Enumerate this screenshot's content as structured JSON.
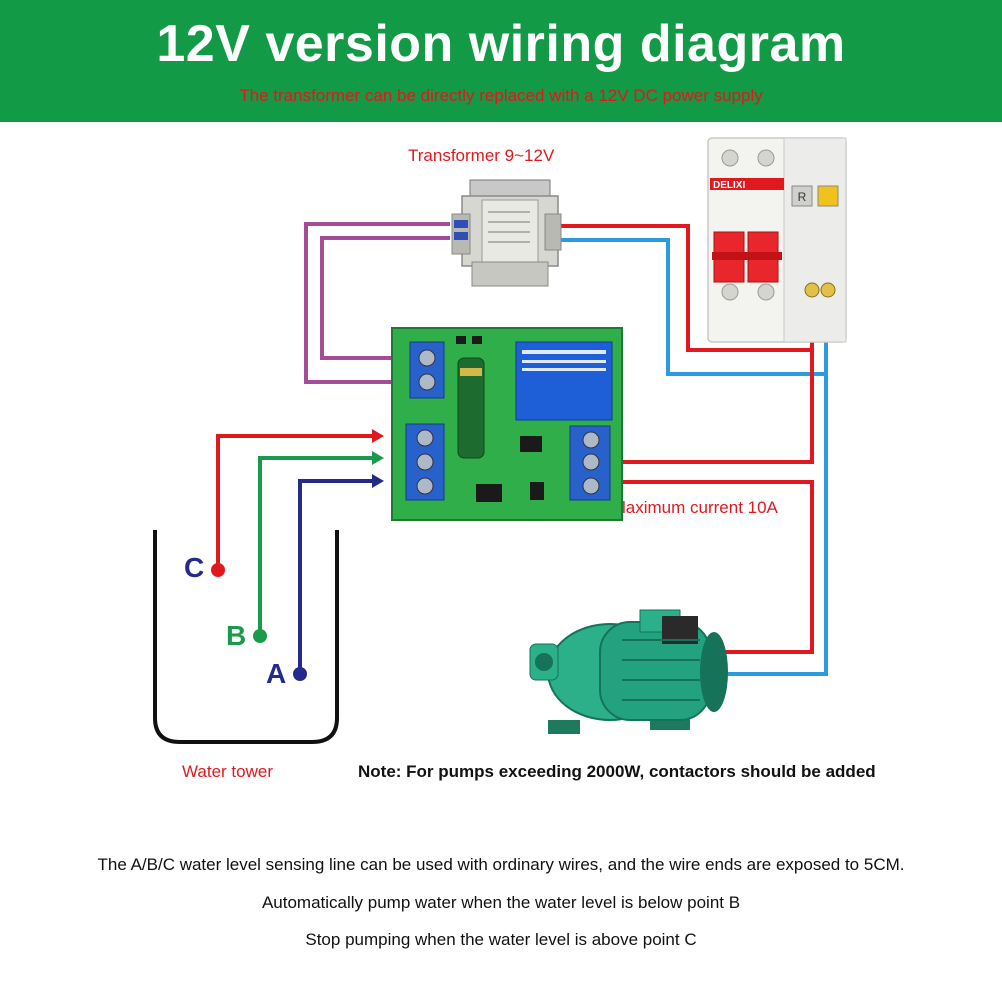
{
  "header": {
    "title": "12V version wiring diagram",
    "subtitle": "The transformer can be directly replaced with a 12V DC power supply"
  },
  "labels": {
    "transformer": "Transformer 9~12V",
    "max_current": "laximum current 10A",
    "water_tower": "Water tower",
    "note": "Note: For pumps exceeding 2000W, contactors should be added",
    "point_c": "C",
    "point_b": "B",
    "point_a": "A"
  },
  "breaker": {
    "brand": "DELIXI"
  },
  "footer": {
    "line1": "The A/B/C water level sensing line can be used with ordinary wires, and the wire ends are exposed to 5CM.",
    "line2": "Automatically pump water when the water level is below point B",
    "line3": "Stop pumping when the water level is above point C"
  },
  "colors": {
    "banner": "#129a47",
    "wire_red": "#e0191f",
    "wire_blue": "#2b9be0",
    "wire_purple": "#a54c99",
    "wire_green": "#1a9a4a",
    "wire_navy": "#232a8c"
  }
}
